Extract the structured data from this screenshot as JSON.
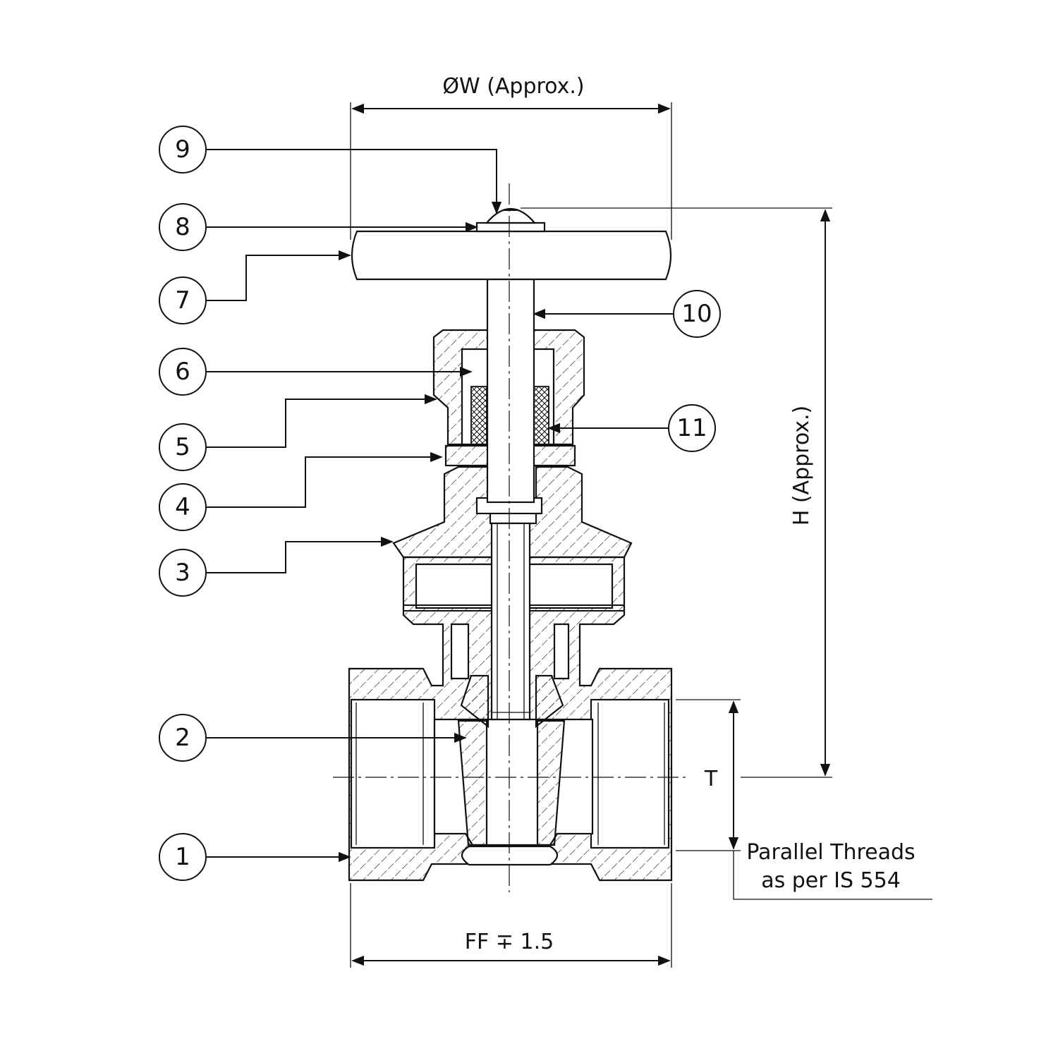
{
  "dimensions": {
    "width_label": "ØW (Approx.)",
    "height_label": "H (Approx.)",
    "face_label": "FF ∓ 1.5",
    "thread_label": "T",
    "thread_note_line1": "Parallel Threads",
    "thread_note_line2": "as per IS 554"
  },
  "balloons": [
    "1",
    "2",
    "3",
    "4",
    "5",
    "6",
    "7",
    "8",
    "9",
    "10",
    "11"
  ]
}
